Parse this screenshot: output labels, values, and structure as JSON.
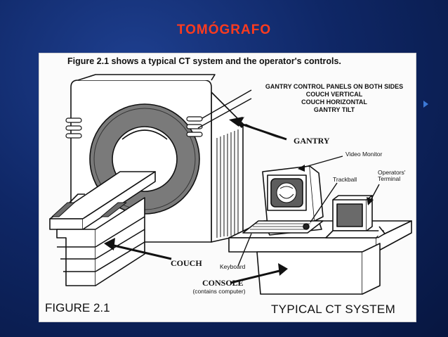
{
  "slide": {
    "title": "TOMÓGRAFO"
  },
  "figure": {
    "caption": "Figure 2.1 shows a typical CT system and the operator's controls.",
    "panel_labels": [
      "GANTRY CONTROL PANELS ON BOTH SIDES",
      "COUCH VERTICAL",
      "COUCH HORIZONTAL",
      "GANTRY TILT"
    ],
    "gantry_label": "GANTRY",
    "video_monitor_label": "Video Monitor",
    "trackball_label": "Trackball",
    "operators_terminal_label": "Operators' Terminal",
    "couch_label": "COUCH",
    "keyboard_label": "Keyboard",
    "console_label": "CONSOLE",
    "console_note": "(contains computer)",
    "figure_number": "FIGURE 2.1",
    "figure_title": "TYPICAL CT SYSTEM"
  }
}
